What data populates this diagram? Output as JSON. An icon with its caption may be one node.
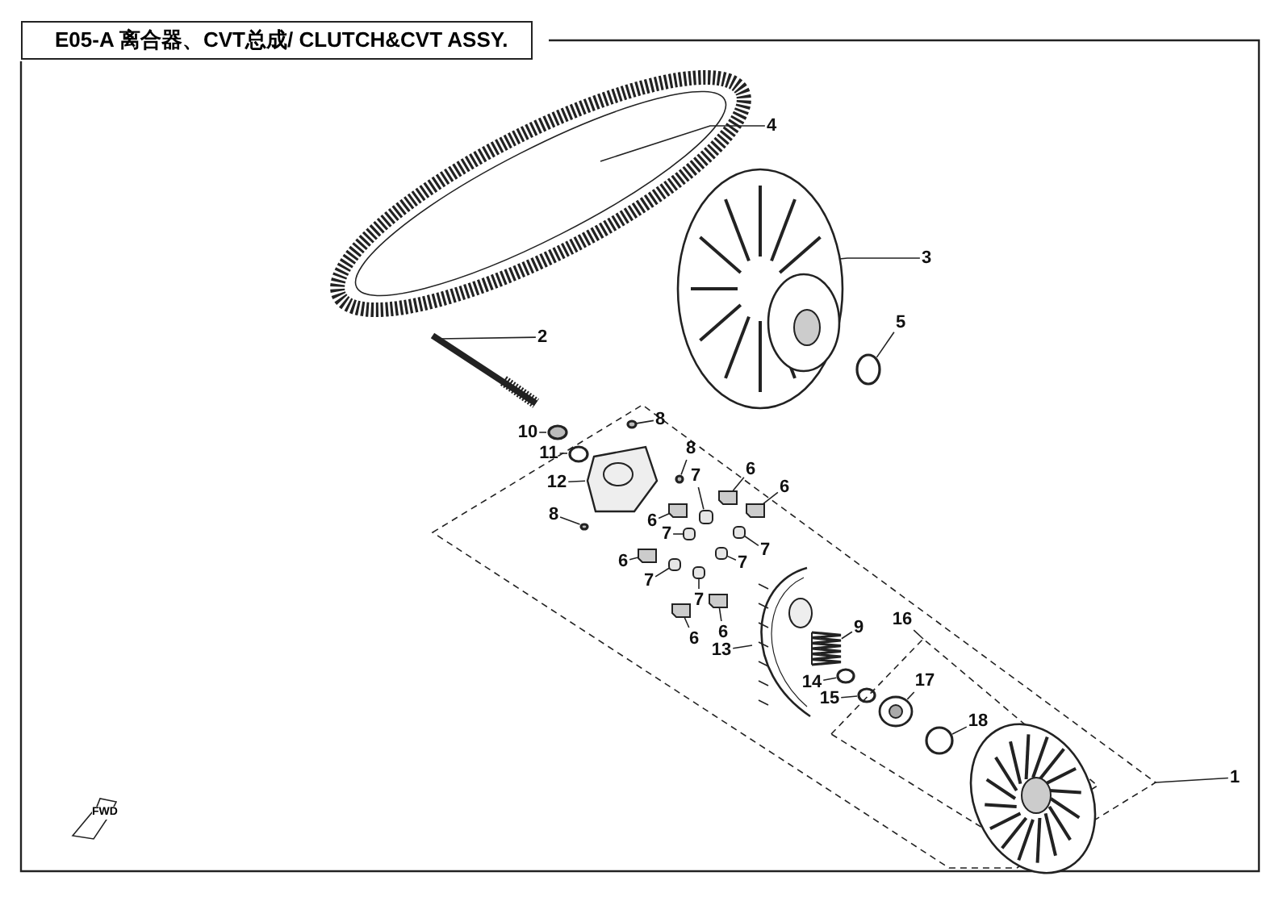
{
  "diagram": {
    "title": "E05-A 离合器、CVT总成/ CLUTCH&CVT ASSY.",
    "nodes": [
      {
        "text": [
          "4"
        ]
      },
      {
        "text": [
          "3"
        ]
      },
      {
        "text": [
          "5"
        ]
      },
      {
        "text": [
          "2"
        ]
      },
      {
        "text": [
          "8"
        ]
      },
      {
        "text": [
          "10"
        ]
      },
      {
        "text": [
          "8"
        ]
      },
      {
        "text": [
          "11"
        ]
      },
      {
        "text": [
          "7"
        ]
      },
      {
        "text": [
          "6"
        ]
      },
      {
        "text": [
          "12"
        ]
      },
      {
        "text": [
          "6"
        ]
      },
      {
        "text": [
          "8"
        ]
      },
      {
        "text": [
          "6"
        ]
      },
      {
        "text": [
          "7"
        ]
      },
      {
        "text": [
          "7"
        ]
      },
      {
        "text": [
          "7"
        ]
      },
      {
        "text": [
          "6"
        ]
      },
      {
        "text": [
          "7"
        ]
      },
      {
        "text": [
          "7"
        ]
      },
      {
        "text": [
          "6"
        ]
      },
      {
        "text": [
          "9"
        ]
      },
      {
        "text": [
          "16"
        ]
      },
      {
        "text": [
          "6"
        ]
      },
      {
        "text": [
          "13"
        ]
      },
      {
        "text": [
          "17"
        ]
      },
      {
        "text": [
          "14"
        ]
      },
      {
        "text": [
          "15"
        ]
      },
      {
        "text": [
          "18"
        ]
      },
      {
        "text": [
          "1"
        ]
      },
      {
        "text": [],
        "shape": "picture"
      },
      {
        "text": [],
        "shape": "picture"
      },
      {
        "text": [],
        "shape": "circle"
      },
      {
        "text": [],
        "shape": "picture"
      },
      {
        "text": [],
        "shape": "circle"
      },
      {
        "text": [],
        "shape": "circle"
      },
      {
        "text": [],
        "shape": "circle"
      },
      {
        "text": [],
        "shape": "circle"
      },
      {
        "text": [],
        "shape": "cylinder"
      },
      {
        "text": [],
        "shape": "box"
      },
      {
        "text": [],
        "shape": "picture"
      },
      {
        "text": [],
        "shape": "box"
      },
      {
        "text": [],
        "shape": "circle"
      },
      {
        "text": [],
        "shape": "box"
      },
      {
        "text": [],
        "shape": "cylinder"
      },
      {
        "text": [],
        "shape": "cylinder"
      },
      {
        "text": [],
        "shape": "cylinder"
      },
      {
        "text": [],
        "shape": "box"
      },
      {
        "text": [],
        "shape": "cylinder"
      },
      {
        "text": [],
        "shape": "cylinder"
      },
      {
        "text": [],
        "shape": "box"
      },
      {
        "text": [],
        "shape": "picture"
      },
      {
        "text": [],
        "shape": "box"
      },
      {
        "text": [],
        "shape": "picture"
      },
      {
        "text": [],
        "shape": "picture"
      },
      {
        "text": [],
        "shape": "circle"
      },
      {
        "text": [],
        "shape": "circle"
      },
      {
        "text": [],
        "shape": "circle"
      }
    ],
    "edges": [
      {
        "from": 0,
        "to": 30,
        "arrow": "none"
      },
      {
        "from": 1,
        "to": 31,
        "arrow": "none"
      },
      {
        "from": 2,
        "to": 32,
        "arrow": "none"
      },
      {
        "from": 3,
        "to": 33,
        "arrow": "none"
      },
      {
        "from": 4,
        "to": 34,
        "arrow": "none"
      },
      {
        "from": 5,
        "to": 35,
        "arrow": "none"
      },
      {
        "from": 6,
        "to": 36,
        "arrow": "none"
      },
      {
        "from": 7,
        "to": 37,
        "arrow": "none"
      },
      {
        "from": 8,
        "to": 38,
        "arrow": "none"
      },
      {
        "from": 9,
        "to": 39,
        "arrow": "none"
      },
      {
        "from": 10,
        "to": 40,
        "arrow": "none"
      },
      {
        "from": 11,
        "to": 41,
        "arrow": "none"
      },
      {
        "from": 12,
        "to": 42,
        "arrow": "none"
      },
      {
        "from": 13,
        "to": 43,
        "arrow": "none"
      },
      {
        "from": 14,
        "to": 44,
        "arrow": "none"
      },
      {
        "from": 15,
        "to": 45,
        "arrow": "none"
      },
      {
        "from": 16,
        "to": 46,
        "arrow": "none"
      },
      {
        "from": 17,
        "to": 47,
        "arrow": "none"
      },
      {
        "from": 18,
        "to": 48,
        "arrow": "none"
      },
      {
        "from": 19,
        "to": 49,
        "arrow": "none"
      },
      {
        "from": 20,
        "to": 50,
        "arrow": "none"
      },
      {
        "from": 21,
        "to": 51,
        "arrow": "none"
      },
      {
        "from": 22,
        "to": null,
        "arrow": "none"
      },
      {
        "from": 23,
        "to": 52,
        "arrow": "none"
      },
      {
        "from": 24,
        "to": 53,
        "arrow": "none"
      },
      {
        "from": 25,
        "to": 54,
        "arrow": "none"
      },
      {
        "from": 26,
        "to": 55,
        "arrow": "none"
      },
      {
        "from": 27,
        "to": 56,
        "arrow": "none"
      },
      {
        "from": 28,
        "to": 57,
        "arrow": "none"
      },
      {
        "from": 29,
        "to": null,
        "arrow": "none"
      }
    ],
    "labels": [
      "FWD"
    ]
  }
}
